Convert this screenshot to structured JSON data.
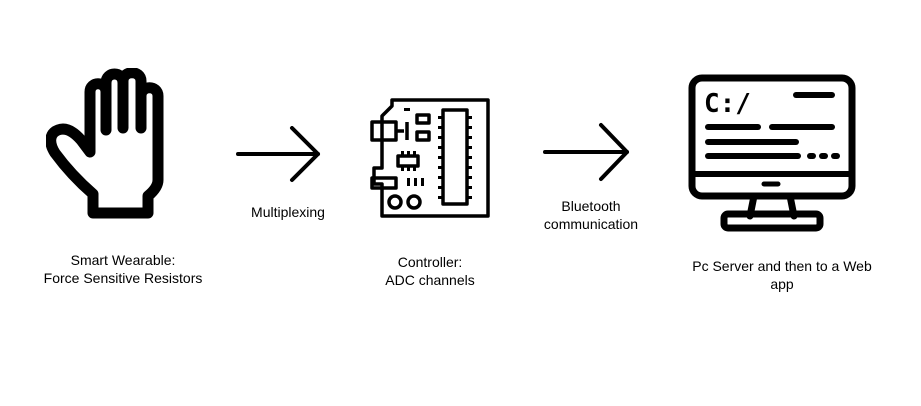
{
  "diagram": {
    "nodes": [
      {
        "id": "wearable",
        "icon": "hand-icon",
        "label_lines": [
          "Smart Wearable:",
          "Force Sensitive Resistors"
        ]
      },
      {
        "id": "controller",
        "icon": "circuit-board-icon",
        "label_lines": [
          "Controller:",
          "ADC channels"
        ]
      },
      {
        "id": "pc",
        "icon": "desktop-monitor-icon",
        "label_lines": [
          "Pc Server and then to a Web",
          "app"
        ],
        "screen_text": "C:/"
      }
    ],
    "edges": [
      {
        "from": "wearable",
        "to": "controller",
        "label_lines": [
          "Multiplexing"
        ]
      },
      {
        "from": "controller",
        "to": "pc",
        "label_lines": [
          "Bluetooth",
          "communication"
        ]
      }
    ],
    "colors": {
      "ink": "#000000",
      "background": "#ffffff"
    }
  }
}
